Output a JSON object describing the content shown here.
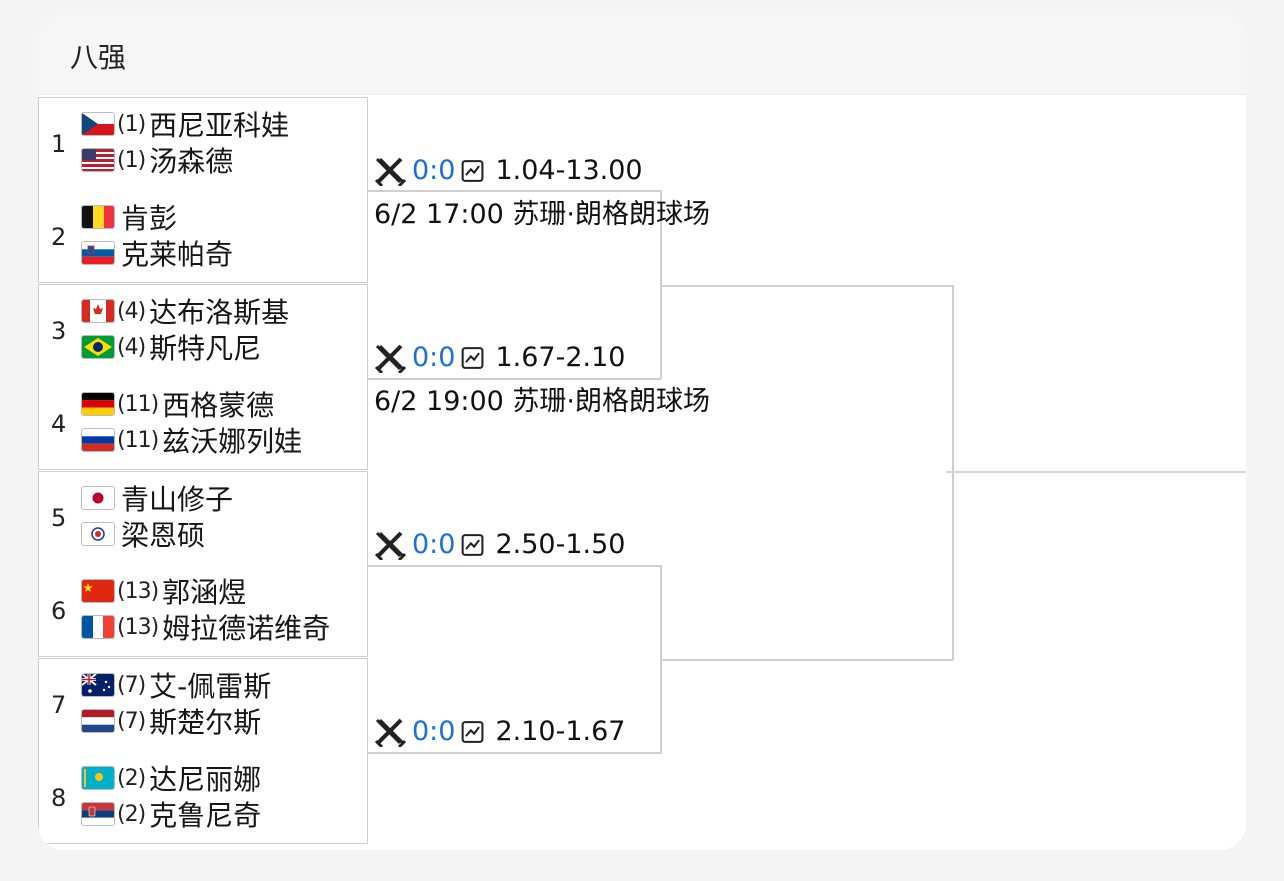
{
  "header": {
    "title": "八强"
  },
  "matches": [
    {
      "no": "1",
      "p1": {
        "seed": "(1)",
        "name": "西尼亚科娃",
        "flag": "cz"
      },
      "p2": {
        "seed": "(1)",
        "name": "汤森德",
        "flag": "us"
      },
      "score": "0:0",
      "odds": "1.04-13.00",
      "schedule": "6/2 17:00 苏珊·朗格朗球场"
    },
    {
      "no": "2",
      "p1": {
        "seed": "",
        "name": "肯彭",
        "flag": "be"
      },
      "p2": {
        "seed": "",
        "name": "克莱帕奇",
        "flag": "si"
      }
    },
    {
      "no": "3",
      "p1": {
        "seed": "(4)",
        "name": "达布洛斯基",
        "flag": "ca"
      },
      "p2": {
        "seed": "(4)",
        "name": "斯特凡尼",
        "flag": "br"
      },
      "score": "0:0",
      "odds": "1.67-2.10",
      "schedule": "6/2 19:00 苏珊·朗格朗球场"
    },
    {
      "no": "4",
      "p1": {
        "seed": "(11)",
        "name": "西格蒙德",
        "flag": "de"
      },
      "p2": {
        "seed": "(11)",
        "name": "兹沃娜列娃",
        "flag": "ru"
      }
    },
    {
      "no": "5",
      "p1": {
        "seed": "",
        "name": "青山修子",
        "flag": "jp"
      },
      "p2": {
        "seed": "",
        "name": "梁恩硕",
        "flag": "tw"
      },
      "score": "0:0",
      "odds": "2.50-1.50"
    },
    {
      "no": "6",
      "p1": {
        "seed": "(13)",
        "name": "郭涵煜",
        "flag": "cn"
      },
      "p2": {
        "seed": "(13)",
        "name": "姆拉德诺维奇",
        "flag": "fr"
      }
    },
    {
      "no": "7",
      "p1": {
        "seed": "(7)",
        "name": "艾-佩雷斯",
        "flag": "au"
      },
      "p2": {
        "seed": "(7)",
        "name": "斯楚尔斯",
        "flag": "nl"
      },
      "score": "0:0",
      "odds": "2.10-1.67"
    },
    {
      "no": "8",
      "p1": {
        "seed": "(2)",
        "name": "达尼丽娜",
        "flag": "kz"
      },
      "p2": {
        "seed": "(2)",
        "name": "克鲁尼奇",
        "flag": "rs"
      }
    }
  ],
  "icons": {
    "match": "crossed-swords-icon",
    "odds": "trend-chart-icon"
  },
  "colors": {
    "score": "#1a6fe0",
    "border": "#cfcfcf",
    "header_bg": "#f6f6f6"
  }
}
